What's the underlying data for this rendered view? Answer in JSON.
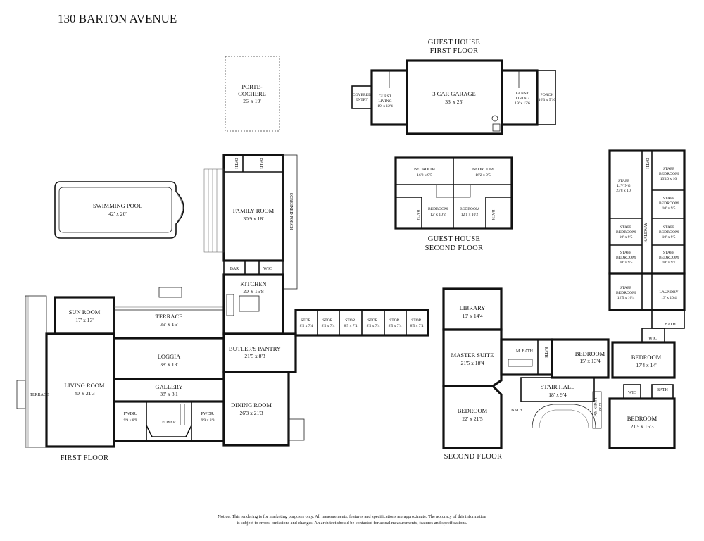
{
  "title": "130 BARTON AVENUE",
  "sections": {
    "guest_first": [
      "GUEST HOUSE",
      "FIRST FLOOR"
    ],
    "guest_second": [
      "GUEST HOUSE",
      "SECOND FLOOR"
    ],
    "first_floor": "FIRST FLOOR",
    "second_floor": "SECOND FLOOR"
  },
  "rooms": {
    "porte_cochere": {
      "name1": "PORTE-",
      "name2": "COCHERE",
      "dim": "26' x 19'"
    },
    "covered_entry": {
      "name1": "COVERED",
      "name2": "ENTRY"
    },
    "guest_living_left": {
      "name1": "GUEST",
      "name2": "LIVING",
      "dim": "19' x 12'4"
    },
    "garage": {
      "name": "3 CAR GARAGE",
      "dim": "33' x 25'"
    },
    "guest_living_right": {
      "name1": "GUEST",
      "name2": "LIVING",
      "dim": "19' x 12'6"
    },
    "porch": {
      "name": "PORCH",
      "dim": "16'3 x 5'10"
    },
    "gh_bed1": {
      "name": "BEDROOM",
      "dim": "16'2 x 9'5"
    },
    "gh_bed2": {
      "name": "BEDROOM",
      "dim": "16'2 x 9'5"
    },
    "gh_bed3": {
      "name": "BEDROOM",
      "dim": "12' x 10'2"
    },
    "gh_bed4": {
      "name": "BEDROOM",
      "dim": "12'1 x 10'2"
    },
    "gh_bath": "BATH",
    "pool": {
      "name": "SWIMMING POOL",
      "dim": "42' x 20'"
    },
    "bath": "BATH",
    "family_room": {
      "name": "FAMILY ROOM",
      "dim": "30'9 x 18'"
    },
    "screened_porch": "SCREENED PORCH",
    "bar": "BAR",
    "wic": "WIC",
    "kitchen": {
      "name": "KITCHEN",
      "dim": "20' x 16'8"
    },
    "sun_room": {
      "name": "SUN ROOM",
      "dim": "17' x 13'"
    },
    "terrace_top": {
      "name": "TERRACE",
      "dim": "39' x 16'"
    },
    "loggia": {
      "name": "LOGGIA",
      "dim": "38' x 13'"
    },
    "butlers_pantry": {
      "name": "BUTLER'S PANTRY",
      "dim": "21'5 x 8'3"
    },
    "terrace_side": "TERRACE",
    "living_room": {
      "name": "LIVING ROOM",
      "dim": "40' x 21'3"
    },
    "gallery": {
      "name": "GALLERY",
      "dim": "38' x 8'1"
    },
    "pwdr_left": {
      "name": "PWDR.",
      "dim": "9'9 x 8'9"
    },
    "foyer": "FOYER",
    "pwdr_right": {
      "name": "PWDR.",
      "dim": "9'9 x 8'9"
    },
    "dining_room": {
      "name": "DINING ROOM",
      "dim": "26'3 x 21'3"
    },
    "storage": [
      {
        "name": "STOR.",
        "dim": "8'5 x 7'4"
      },
      {
        "name": "STOR.",
        "dim": "8'5 x 7'4"
      },
      {
        "name": "STOR.",
        "dim": "8'5 x 7'4"
      },
      {
        "name": "STOR.",
        "dim": "8'5 x 7'4"
      },
      {
        "name": "STOR.",
        "dim": "8'5 x 7'4"
      },
      {
        "name": "STOR.",
        "dim": "8'5 x 7'4"
      }
    ],
    "library": {
      "name": "LIBRARY",
      "dim": "19' x 14'4"
    },
    "master_suite": {
      "name": "MASTER SUITE",
      "dim": "21'5 x 18'4"
    },
    "m_bath": "M. BATH",
    "bedroom_mid": {
      "name": "BEDROOM",
      "dim": "15' x 13'4"
    },
    "bedroom_right": {
      "name": "BEDROOM",
      "dim": "17'4 x 14'"
    },
    "stair_hall": {
      "name": "STAIR HALL",
      "dim": "18' x 9'4"
    },
    "linen_rm": {
      "name": "LINEN RM",
      "dim": "12'x3'"
    },
    "bedroom_bl": {
      "name": "BEDROOM",
      "dim": "22' x 21'5"
    },
    "bedroom_br": {
      "name": "BEDROOM",
      "dim": "21'5 x 16'3"
    },
    "staff_living": {
      "name1": "STAFF",
      "name2": "LIVING",
      "dim": "23'8 x 10'"
    },
    "staff_bed_top": {
      "name1": "STAFF",
      "name2": "BEDROOM",
      "dim": "13'10 x 10'"
    },
    "staff_bed_r2": {
      "name1": "STAFF",
      "name2": "BEDROOM",
      "dim": "10' x 9'5"
    },
    "staff_bed_l1": {
      "name1": "STAFF",
      "name2": "BEDROOM",
      "dim": "10' x 9'5"
    },
    "staff_bed_r3": {
      "name1": "STAFF",
      "name2": "BEDROOM",
      "dim": "10' x 9'5"
    },
    "staff_bed_l2": {
      "name1": "STAFF",
      "name2": "BEDROOM",
      "dim": "10' x 9'5"
    },
    "staff_bed_r4": {
      "name1": "STAFF",
      "name2": "BEDROOM",
      "dim": "10' x 9'7"
    },
    "hallway": "HALLWAY",
    "staff_bed_l3": {
      "name1": "STAFF",
      "name2": "BEDROOM",
      "dim": "12'5 x 10'4"
    },
    "laundry": {
      "name": "LAUNDRY",
      "dim": "13' x 10'4"
    }
  },
  "notice": [
    "Notice: This rendering is for marketing purposes only. All measurements, features and specifications are approximate. The accuracy of this information",
    "is subject to errors, omissions and changes. An architect should be contacted for actual measurements, features and specifications."
  ]
}
